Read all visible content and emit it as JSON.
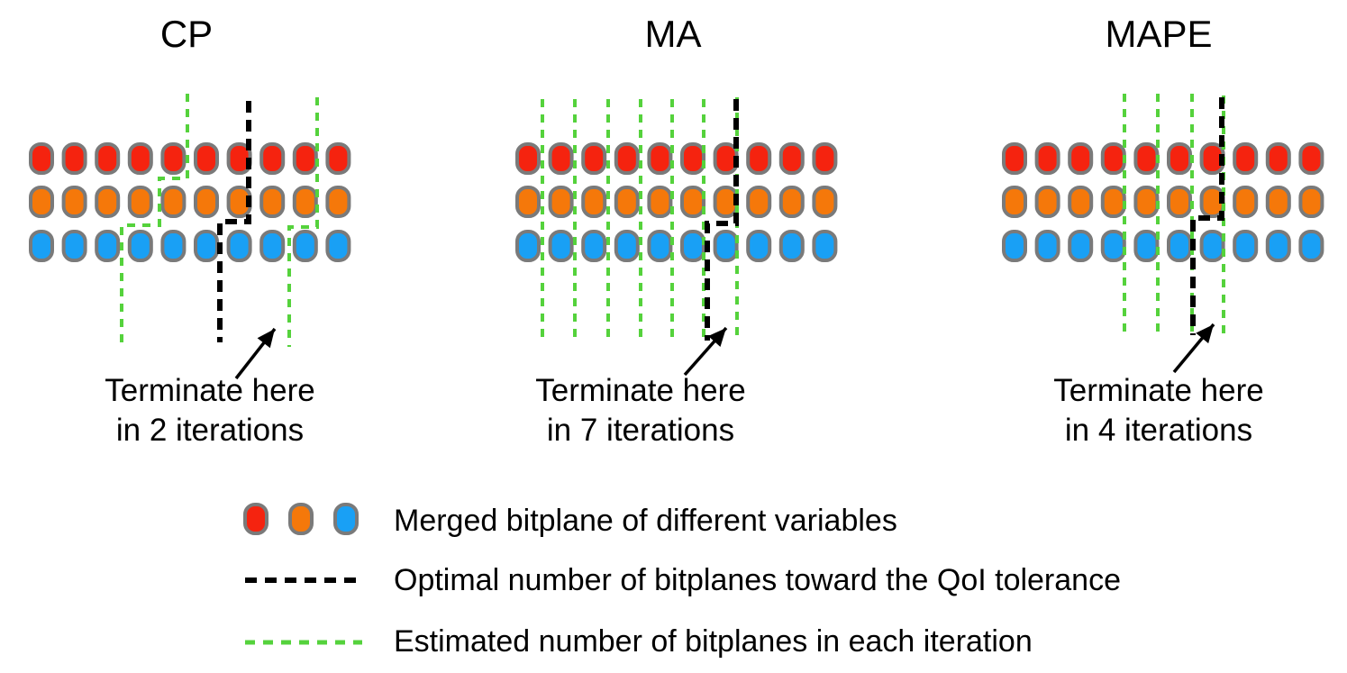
{
  "colors": {
    "red": "#f5230f",
    "orange": "#f5780a",
    "blue": "#19a0f5",
    "pill_border": "#7a7a7a",
    "optimal_line": "#000000",
    "estimate_line": "#55d23c"
  },
  "panels": [
    {
      "title": "CP",
      "caption_line1": "Terminate here",
      "caption_line2": "in 2 iterations"
    },
    {
      "title": "MA",
      "caption_line1": "Terminate here",
      "caption_line2": "in 7 iterations"
    },
    {
      "title": "MAPE",
      "caption_line1": "Terminate here",
      "caption_line2": "in 4 iterations"
    }
  ],
  "legend": {
    "merged_bitplane": "Merged bitplane of different variables",
    "optimal": "Optimal number of bitplanes toward the QoI tolerance",
    "estimated": "Estimated number of bitplanes in each iteration"
  }
}
